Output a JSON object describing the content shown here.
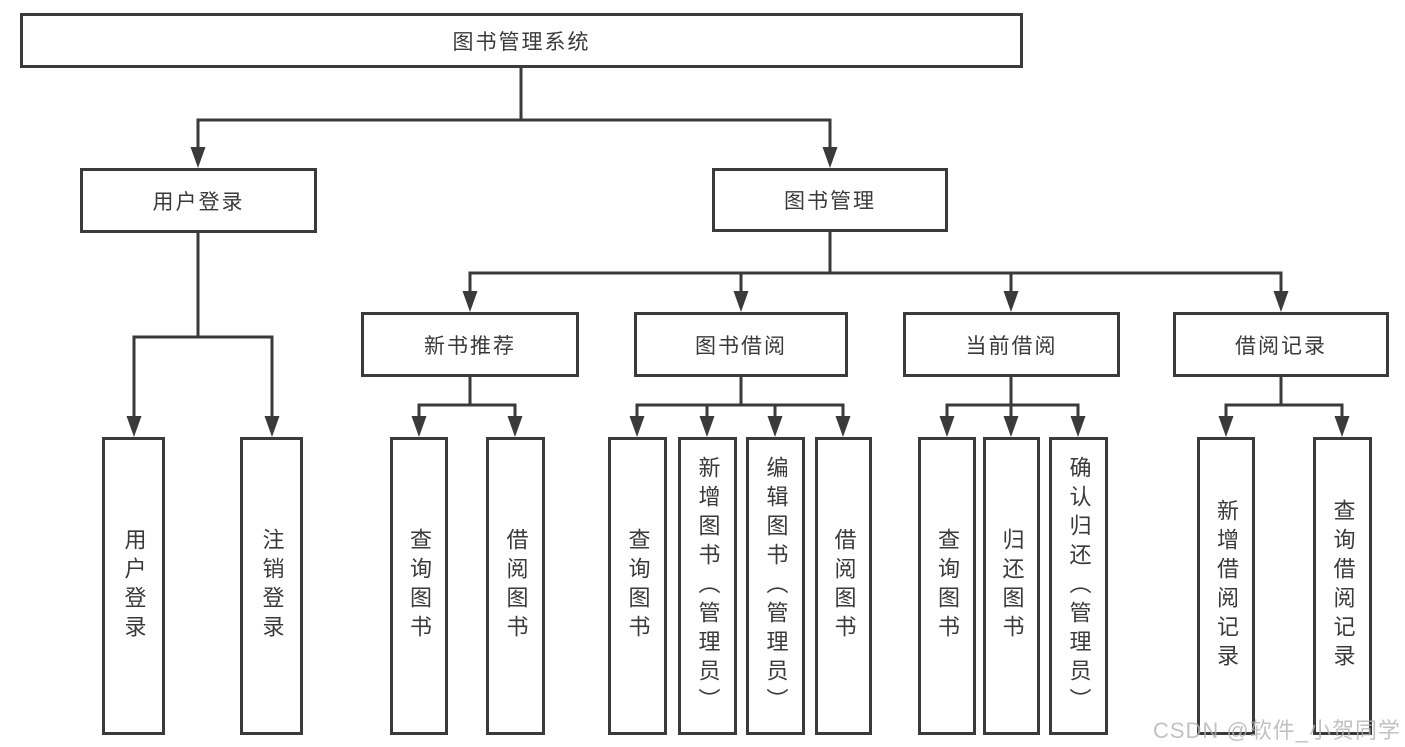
{
  "diagram": {
    "root": {
      "label": "图书管理系统"
    },
    "level2": [
      {
        "id": "user-login",
        "label": "用户登录"
      },
      {
        "id": "book-management",
        "label": "图书管理"
      }
    ],
    "level3": [
      {
        "id": "new-book-recommendation",
        "label": "新书推荐"
      },
      {
        "id": "book-borrowing",
        "label": "图书借阅"
      },
      {
        "id": "current-borrowing",
        "label": "当前借阅"
      },
      {
        "id": "borrowing-records",
        "label": "借阅记录"
      }
    ],
    "leaves": [
      {
        "parent": "user-login",
        "label": "用户登录"
      },
      {
        "parent": "user-login",
        "label": "注销登录"
      },
      {
        "parent": "new-book-recommendation",
        "label": "查询图书"
      },
      {
        "parent": "new-book-recommendation",
        "label": "借阅图书"
      },
      {
        "parent": "book-borrowing",
        "label": "查询图书"
      },
      {
        "parent": "book-borrowing",
        "label": "新增图书（管理员）"
      },
      {
        "parent": "book-borrowing",
        "label": "编辑图书（管理员）"
      },
      {
        "parent": "book-borrowing",
        "label": "借阅图书"
      },
      {
        "parent": "current-borrowing",
        "label": "查询图书"
      },
      {
        "parent": "current-borrowing",
        "label": "归还图书"
      },
      {
        "parent": "current-borrowing",
        "label": "确认归还（管理员）"
      },
      {
        "parent": "borrowing-records",
        "label": "新增借阅记录"
      },
      {
        "parent": "borrowing-records",
        "label": "查询借阅记录"
      }
    ]
  },
  "watermark": {
    "text": "CSDN @软件_小贺同学"
  },
  "colors": {
    "line": "#3a3a3a",
    "text": "#3a3a3a",
    "watermark": "#b3b3b3",
    "background": "#ffffff"
  }
}
